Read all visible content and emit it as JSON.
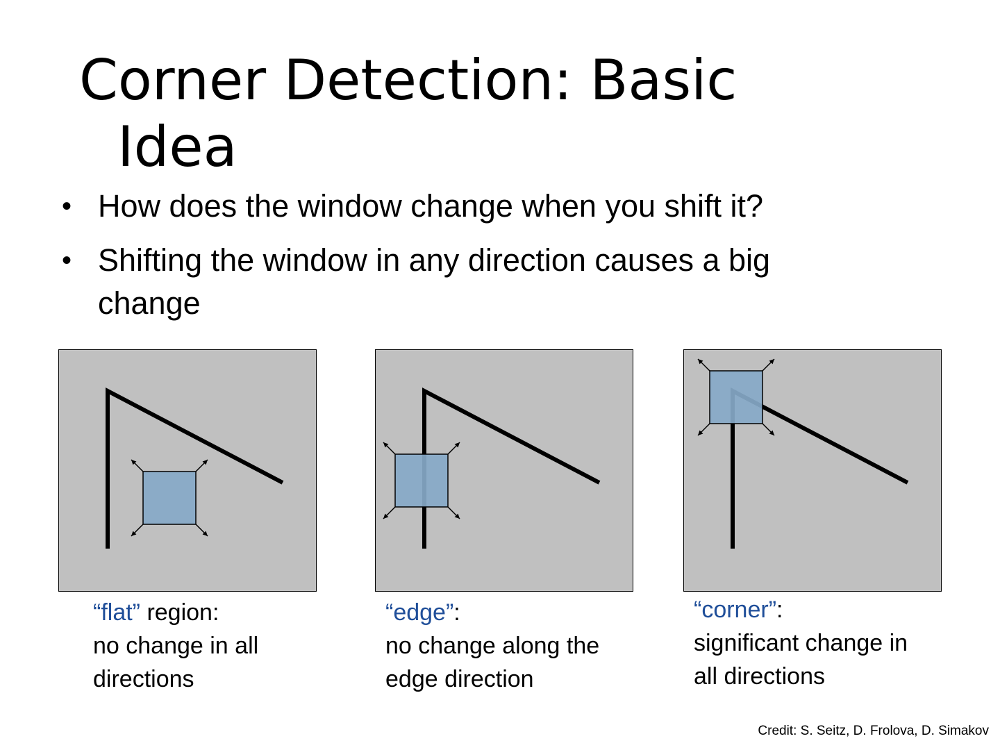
{
  "slide": {
    "title_line1": "Corner Detection: Basic",
    "title_line2": "Idea",
    "bullets": [
      "How does the window change when you shift it?",
      "Shifting the window in any direction causes a big change"
    ],
    "bullet_lines": [
      [
        "How does the window change when you shift it?"
      ],
      [
        "Shifting the window in any direction causes a big",
        "change"
      ]
    ]
  },
  "panels": [
    {
      "id": "flat",
      "keyword": "“flat”",
      "keyword_suffix": " region:",
      "lines": [
        "no change in all",
        "directions"
      ]
    },
    {
      "id": "edge",
      "keyword": "“edge”",
      "keyword_suffix": ":",
      "lines": [
        "no change along the",
        "edge direction"
      ]
    },
    {
      "id": "corner",
      "keyword": "“corner”",
      "keyword_suffix": ":",
      "lines": [
        "significant change in",
        "all directions"
      ]
    }
  ],
  "colors": {
    "panel_bg": "#c0c0c0",
    "window_fill": "#87a9c8",
    "keyword": "#1f4e99"
  },
  "credit": "Credit: S. Seitz, D. Frolova, D. Simakov"
}
